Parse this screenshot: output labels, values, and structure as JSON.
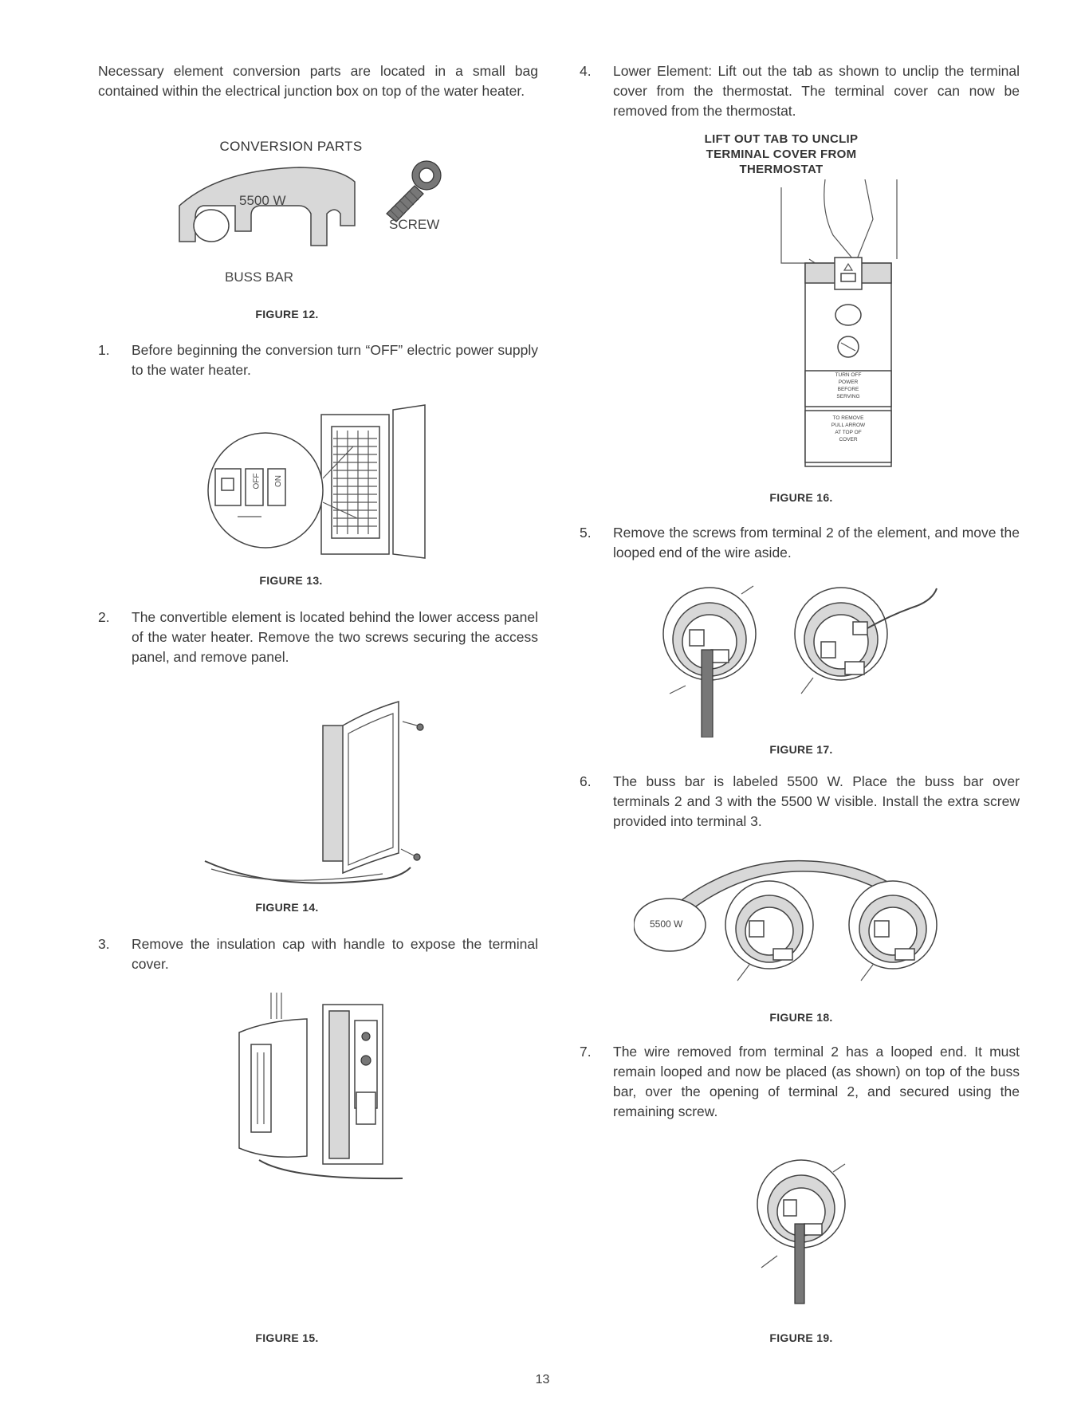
{
  "intro": "Necessary element conversion parts are located in a small bag contained within the electrical junction box on top of the water heater.",
  "figure12": {
    "heading": "CONVERSION PARTS",
    "bar_text": "5500 W",
    "screw_label": "SCREW",
    "buss_label": "BUSS BAR",
    "caption": "FIGURE 12."
  },
  "steps": [
    {
      "num": "1.",
      "text": "Before beginning the conversion turn “OFF” electric power supply to the water heater."
    },
    {
      "num": "2.",
      "text": "The convertible element is located behind the lower access panel of the water heater. Remove the two screws securing the access panel, and remove panel."
    },
    {
      "num": "3.",
      "text": "Remove the insulation cap with handle to expose the terminal cover."
    },
    {
      "num": "4.",
      "text": "Lower Element: Lift out the tab as shown to unclip the terminal cover from the thermostat. The terminal cover can now be removed from the thermostat."
    },
    {
      "num": "5.",
      "text": "Remove the screws from terminal 2 of the element, and move the looped end of the wire aside."
    },
    {
      "num": "6.",
      "text": "The buss bar is labeled 5500 W. Place the buss bar over terminals 2 and 3 with the 5500 W visible. Install the extra screw provided into terminal 3."
    },
    {
      "num": "7.",
      "text": "The wire removed from terminal 2 has a looped end. It must remain looped and now be placed (as shown) on top of the buss bar, over the opening of terminal 2, and secured using the remaining screw."
    }
  ],
  "figure13": {
    "caption": "FIGURE 13.",
    "off": "OFF",
    "on": "ON"
  },
  "figure14": {
    "caption": "FIGURE 14."
  },
  "figure15": {
    "caption": "FIGURE 15."
  },
  "figure16": {
    "heading_line1": "LIFT OUT TAB TO UNCLIP",
    "heading_line2": "TERMINAL COVER FROM",
    "heading_line3": "THERMOSTAT",
    "label1": [
      "TURN OFF",
      "POWER",
      "BEFORE",
      "SERVING"
    ],
    "label2": [
      "TO REMOVE",
      "PULL ARROW",
      "AT TOP OF",
      "COVER"
    ],
    "caption": "FIGURE 16."
  },
  "figure17": {
    "caption": "FIGURE 17."
  },
  "figure18": {
    "bar_text": "5500 W",
    "caption": "FIGURE 18."
  },
  "figure19": {
    "caption": "FIGURE 19."
  },
  "page_number": "13"
}
